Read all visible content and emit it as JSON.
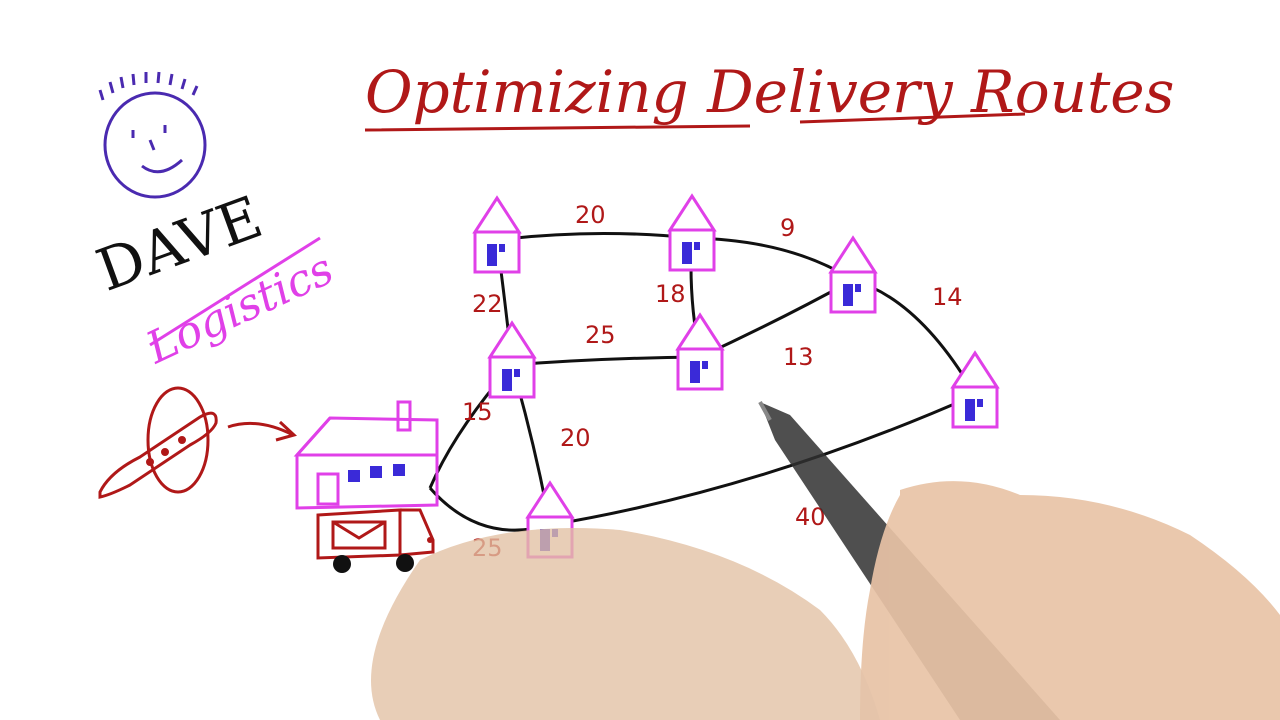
{
  "title": "Optimizing Delivery Routes",
  "brand": {
    "name": "DAVE",
    "subtitle": "Logistics"
  },
  "colors": {
    "title": "#b01818",
    "house": "#e040e8",
    "window": "#3a2ad8",
    "edge": "#111111",
    "weight": "#b01818",
    "face": "#4a2ab0"
  },
  "icons": {
    "face": "smiley-face-icon",
    "plane": "airplane-icon",
    "arrow": "arrow-icon",
    "depot": "depot-truck-icon",
    "house": "house-icon",
    "pen": "pen-icon"
  },
  "graph": {
    "nodes": [
      {
        "id": "depot",
        "kind": "depot"
      },
      {
        "id": "h1",
        "kind": "house"
      },
      {
        "id": "h2",
        "kind": "house"
      },
      {
        "id": "h3",
        "kind": "house"
      },
      {
        "id": "h4",
        "kind": "house"
      },
      {
        "id": "h5",
        "kind": "house"
      },
      {
        "id": "h6",
        "kind": "house"
      },
      {
        "id": "h7",
        "kind": "house"
      }
    ],
    "edges": [
      {
        "from": "h1",
        "to": "h2",
        "weight": "20"
      },
      {
        "from": "h2",
        "to": "h3",
        "weight": "9"
      },
      {
        "from": "h1",
        "to": "h4",
        "weight": "22"
      },
      {
        "from": "h2",
        "to": "h5",
        "weight": "18"
      },
      {
        "from": "h4",
        "to": "h5",
        "weight": "25"
      },
      {
        "from": "h5",
        "to": "h3",
        "weight": "13"
      },
      {
        "from": "h3",
        "to": "h6",
        "weight": "14"
      },
      {
        "from": "depot",
        "to": "h4",
        "weight": "15"
      },
      {
        "from": "h4",
        "to": "h7",
        "weight": "20"
      },
      {
        "from": "depot",
        "to": "h7",
        "weight": "25"
      },
      {
        "from": "h7",
        "to": "h6",
        "weight": "40"
      }
    ]
  }
}
